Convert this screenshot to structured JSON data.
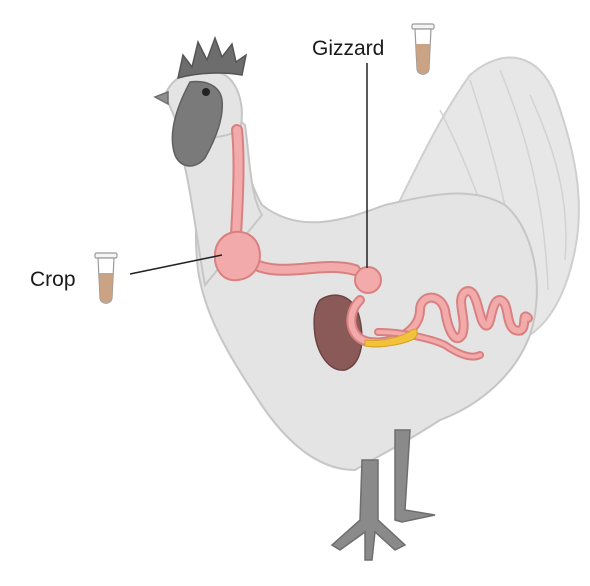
{
  "labels": {
    "gizzard": "Gizzard",
    "crop": "Crop"
  },
  "icons": {
    "sample_tube": "sample-tube-icon",
    "chicken": "chicken-illustration"
  },
  "colors": {
    "body": "#e3e3e3",
    "body_outline": "#c9c9c9",
    "comb": "#6f6f6f",
    "face": "#7d7d7d",
    "legs": "#8a8a8a",
    "gut": "#f0a5a5",
    "gut_outline": "#d97f7f",
    "liver": "#8a5a58",
    "pancreas": "#f3c23c",
    "tube_sample": "#c9a384",
    "leader_line": "#222222"
  }
}
